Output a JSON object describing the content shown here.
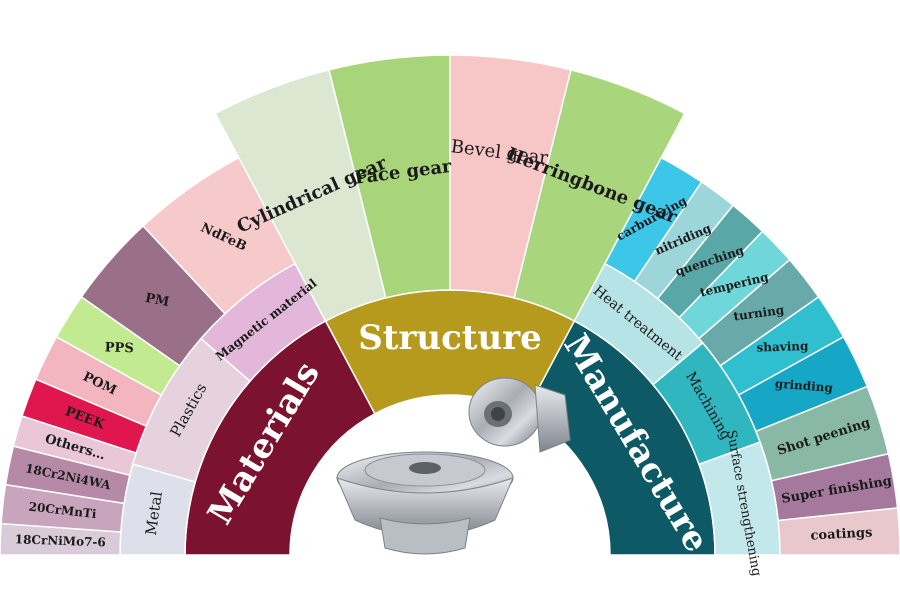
{
  "center": {
    "materials": "Materials",
    "structure": "Structure",
    "manufacture": "Manufacture"
  },
  "materials": {
    "categories": [
      "Metal",
      "Plastics",
      "Magnetic material"
    ],
    "items": [
      "18CrNiMo7-6",
      "20CrMnTi",
      "18Cr2Ni4WA",
      "Others…",
      "PEEK",
      "POM",
      "PPS",
      "PM",
      "NdFeB"
    ]
  },
  "structure": {
    "items": [
      "Cylindrical gear",
      "Face gear",
      "Bevel gear",
      "Herringbone gear"
    ]
  },
  "manufacture": {
    "categories": [
      "Heat treatment",
      "Machining",
      "Surface strengthening"
    ],
    "items": [
      "carburizing",
      "nitriding",
      "quenching",
      "tempering",
      "turning",
      "shaving",
      "grinding",
      "Shot peening",
      "Super finishing",
      "coatings"
    ]
  },
  "colors": {
    "materials": "#7b1230",
    "structure": "#b59a1d",
    "manufacture": "#0d5a66",
    "metal": "#dde0ea",
    "plastics": "#e6d2dc",
    "magnetic": "#e2b7d9",
    "cylindrical": "#dbe7d0",
    "face": "#a8d47a",
    "bevel": "#f6c7c6",
    "herringbone": "#a9d67d",
    "heat": "#b6e3e6",
    "machining": "#2fb6bf",
    "surface": "#c2e8ec"
  }
}
